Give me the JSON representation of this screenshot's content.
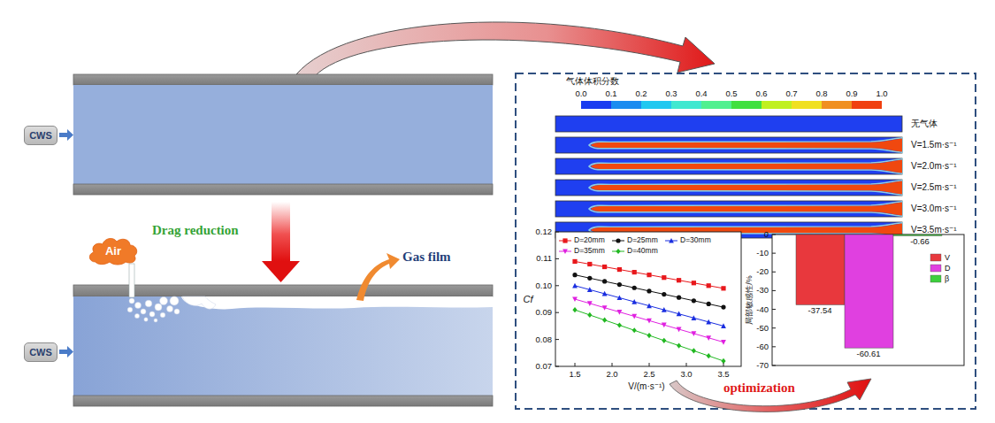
{
  "diagram": {
    "nodes": [
      {
        "text": [
          "CWS"
        ]
      },
      {
        "text": [
          "CWS"
        ]
      },
      {
        "text": [
          "Air"
        ]
      }
    ],
    "labels": [
      "Drag reduction",
      "Gas film",
      "气体体积分数",
      "0.0",
      "0.1",
      "0.2",
      "0.3",
      "0.4",
      "0.5",
      "0.6",
      "0.7",
      "0.8",
      "0.9",
      "1.0",
      "无气体",
      "V=1.5m·s⁻¹",
      "V=2.0m·s⁻¹",
      "V=2.5m·s⁻¹",
      "V=3.0m·s⁻¹",
      "V=3.5m·s⁻¹",
      "0.12",
      "0.11",
      "0.10",
      "0.09",
      "0.08",
      "0.07",
      "Cf",
      "1.5",
      "2.0",
      "2.5",
      "3.0",
      "3.5",
      "V/(m·s⁻¹)",
      "0",
      "-10",
      "-20",
      "-30",
      "-40",
      "-50",
      "-60",
      "-70",
      "局部敏感性/%",
      "-37.54",
      "-60.61",
      "-0.66",
      "optimization"
    ],
    "legend": [
      {
        "text": "D=20mm"
      },
      {
        "text": "D=25mm"
      },
      {
        "text": "D=30mm"
      },
      {
        "text": "D=35mm"
      },
      {
        "text": "D=40mm"
      },
      {
        "text": "V",
        "color": "#e8383d"
      },
      {
        "text": "D",
        "color": "#e040e0"
      },
      {
        "text": "β",
        "color": "#3ccf3c"
      }
    ]
  }
}
